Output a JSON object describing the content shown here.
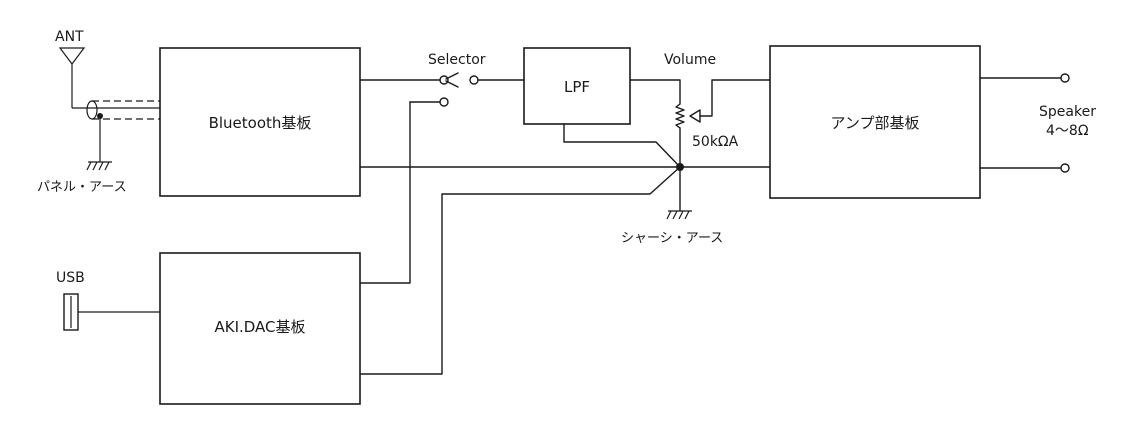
{
  "blocks": {
    "bluetooth": "Bluetooth基板",
    "akidac": "AKI.DAC基板",
    "lpf": "LPF",
    "amp": "アンプ部基板"
  },
  "labels": {
    "ant": "ANT",
    "usb": "USB",
    "selector": "Selector",
    "volume": "Volume",
    "volume_value": "50kΩA",
    "speaker": "Speaker",
    "speaker_impedance": "4～8Ω",
    "panel_ground": "パネル・アース",
    "chassis_ground": "シャーシ・アース"
  },
  "colors": {
    "line": "#1a1a1a",
    "background": "#ffffff"
  }
}
